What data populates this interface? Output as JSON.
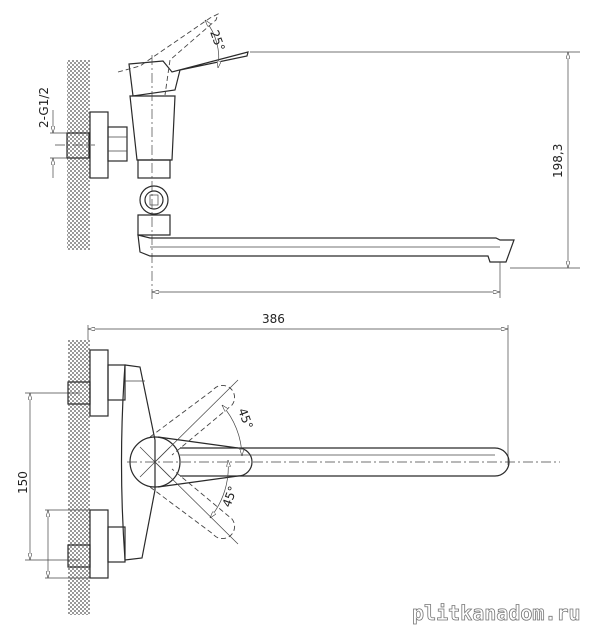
{
  "drawing": {
    "side_view": {
      "lever_angle_label": "25°",
      "thread_label": "2-G1/2",
      "height_label": "198,3"
    },
    "top_view": {
      "length_label": "386",
      "angle_upper_label": "45°",
      "angle_lower_label": "45°",
      "centers_label": "150"
    },
    "watermark": "plitkanadom.ru"
  }
}
